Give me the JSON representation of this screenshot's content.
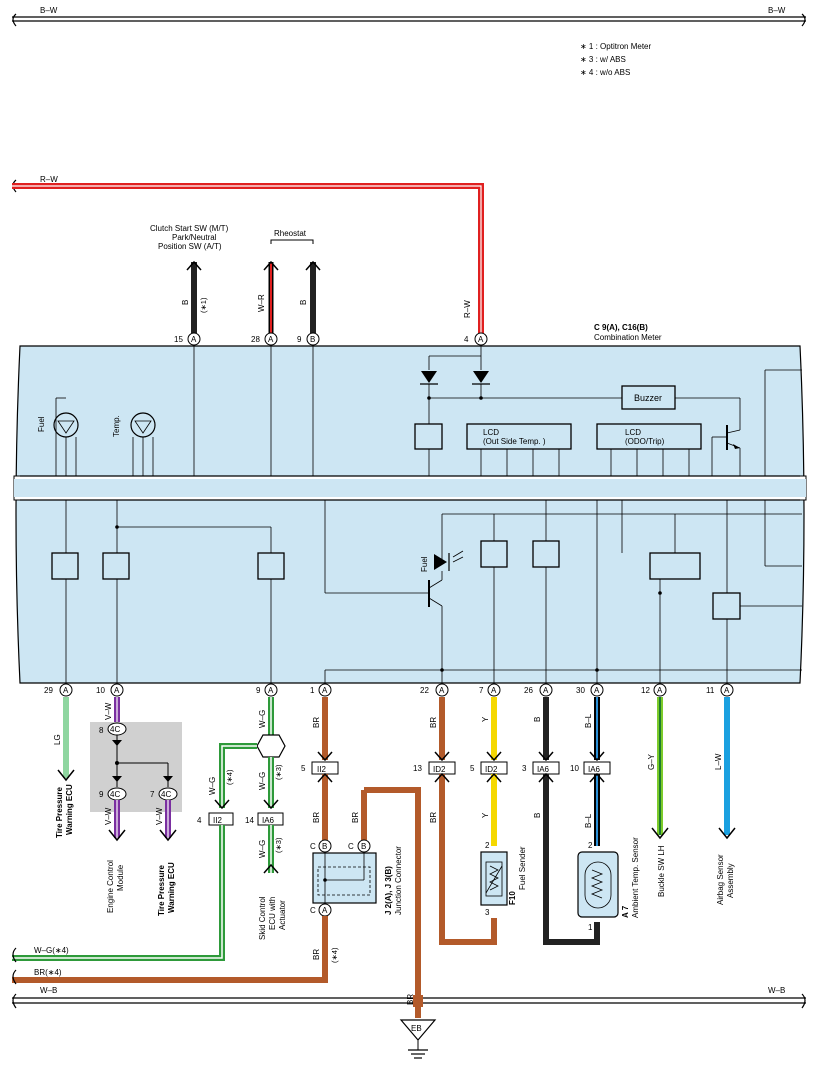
{
  "bus": {
    "top_left": "B–W",
    "top_right": "B–W",
    "rw_left": "R–W",
    "wg_bottom": "W–G(∗4)",
    "br_bottom": "BR(∗4)",
    "bottom_left": "W–B",
    "bottom_right": "W–B"
  },
  "notes": [
    "∗ 1 : Optitron Meter",
    "∗ 3 : w/ ABS",
    "∗ 4 : w/o ABS"
  ],
  "meter": {
    "id": "C 9(A), C16(B)",
    "name": "Combination Meter",
    "fuel_label": "Fuel",
    "temp_label": "Temp.",
    "buzzer": "Buzzer",
    "lcd1_line1": "LCD",
    "lcd1_line2": "(Out Side Temp. )",
    "lcd2_line1": "LCD",
    "lcd2_line2": "(ODO/Trip)",
    "fuel_led_label": "Fuel"
  },
  "top_components": {
    "clutch_line1": "Clutch Start SW (M/T)",
    "clutch_line2": "Park/Neutral",
    "clutch_line3": "Position SW (A/T)",
    "rheostat": "Rheostat"
  },
  "top_pins": [
    {
      "num": "15",
      "letter": "A",
      "wire": "B",
      "note": "(∗1)"
    },
    {
      "num": "28",
      "letter": "A",
      "wire": "W–R"
    },
    {
      "num": "9",
      "letter": "B",
      "wire": "B"
    },
    {
      "num": "4",
      "letter": "A",
      "wire": "R–W"
    }
  ],
  "bottom_pins": [
    {
      "num": "29",
      "letter": "A",
      "wire": "LG"
    },
    {
      "num": "10",
      "letter": "A",
      "wire": "V–W"
    },
    {
      "num": "9",
      "letter": "A",
      "wire": "W–G"
    },
    {
      "num": "1",
      "letter": "A",
      "wire": "BR"
    },
    {
      "num": "22",
      "letter": "A",
      "wire": "BR"
    },
    {
      "num": "7",
      "letter": "A",
      "wire": "Y"
    },
    {
      "num": "26",
      "letter": "A",
      "wire": "B"
    },
    {
      "num": "30",
      "letter": "A",
      "wire": "B–L"
    },
    {
      "num": "12",
      "letter": "A",
      "wire": "G–Y"
    },
    {
      "num": "11",
      "letter": "A",
      "wire": "L–W"
    }
  ],
  "connectors": {
    "c4c": "4C",
    "pin8": "8",
    "pin9": "9",
    "pin7": "7",
    "ii2": "II2",
    "ii2_pin_left": "4",
    "ii2_pin_top": "5",
    "ia6": "IA6",
    "ia6_pin_left": "14",
    "ia6_b_pin": "3",
    "ia6_c_pin": "10",
    "id2": "ID2",
    "id2_pin_a": "13",
    "id2_pin_b": "5"
  },
  "wires": {
    "vw_lower1": "V–W",
    "vw_lower2": "V–W",
    "wg_a": "W–G",
    "wg_a_note": "(∗4)",
    "wg_b": "W–G",
    "wg_b_note": "(∗3)",
    "wg_c": "W–G",
    "wg_c_note": "(∗3)",
    "br_a": "BR",
    "br_b": "BR",
    "br_c": "BR",
    "br_c_note": "(∗4)",
    "br_d": "BR",
    "y2": "Y",
    "b2": "B",
    "bl2": "B–L"
  },
  "components": {
    "tire1_line1": "Tire Pressure",
    "tire1_line2": "Warning ECU",
    "ecm_line1": "Engine Control",
    "ecm_line2": "Module",
    "tire2_line1": "Tire Pressure",
    "tire2_line2": "Warning ECU",
    "skid_line1": "Skid Control",
    "skid_line2": "ECU with",
    "skid_line3": "Actuator",
    "jc_id": "J 2(A), J 3(B)",
    "jc_name": "Junction Connector",
    "jc_C": "C",
    "jc_B": "B",
    "jc_A": "A",
    "fs_id": "F10",
    "fs_name": "Fuel Sender",
    "fs_pin2": "2",
    "fs_pin3": "3",
    "amb_id": "A 7",
    "amb_line1": "Ambient Temp.  Sensor",
    "amb_pin2": "2",
    "amb_pin1": "1",
    "buckle": "Buckle SW LH",
    "airbag_line1": "Airbag Sensor",
    "airbag_line2": "Assembly",
    "ground": "EB"
  }
}
